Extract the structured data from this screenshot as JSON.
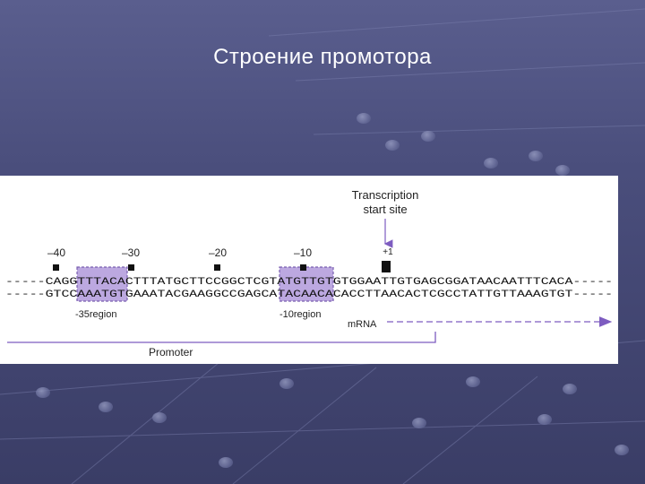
{
  "slide": {
    "title": "Строение промотора"
  },
  "diagram": {
    "transcription_label_line1": "Transcription",
    "transcription_label_line2": "start site",
    "plus_one_label": "+1",
    "positions": [
      "–40",
      "–30",
      "–20",
      "–10"
    ],
    "top_strand": "-----CAGGTTTACACTTTATGCTTCCGGCTCGTATGTTGTGTGGAATTGTGAGCGGATAACAATTTCACA-----",
    "bottom_strand": "-----GTCCAAATGTGAAATACGAAGGCCGAGCATACAACACACCTTAACACTCGCCTATTGTTAAAGTGT-----",
    "region_35_label": "-35region",
    "region_10_label": "-10region",
    "mrna_label": "mRNA",
    "promoter_label": "Promoter",
    "colors": {
      "region_fill": "#bca8e0",
      "region_border": "#7a5fb0",
      "arrow": "#7d5cc0",
      "marker": "#111111"
    }
  }
}
